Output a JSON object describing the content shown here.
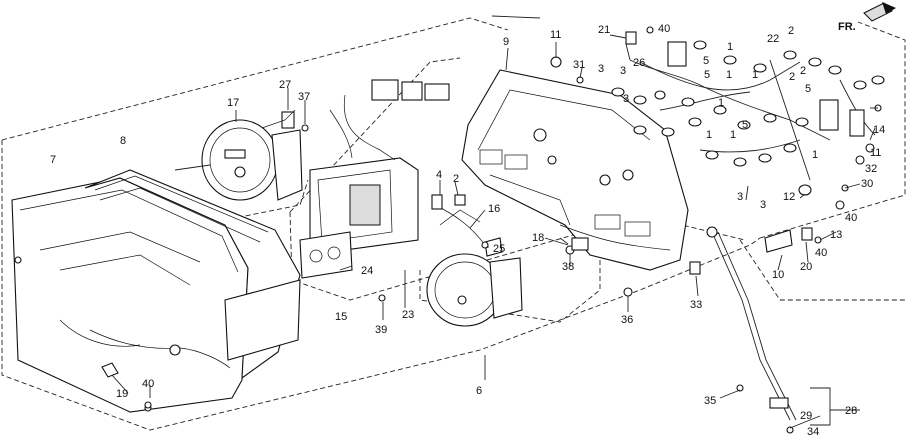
{
  "diagram": {
    "direction_label": "FR.",
    "callouts": [
      {
        "id": "c1",
        "text": "1"
      },
      {
        "id": "c2",
        "text": "1"
      },
      {
        "id": "c3",
        "text": "1"
      },
      {
        "id": "c4",
        "text": "1"
      },
      {
        "id": "c5",
        "text": "1"
      },
      {
        "id": "c6",
        "text": "1"
      },
      {
        "id": "c7",
        "text": "1"
      },
      {
        "id": "c8",
        "text": "2"
      },
      {
        "id": "c9",
        "text": "2"
      },
      {
        "id": "c10",
        "text": "2"
      },
      {
        "id": "c11",
        "text": "2"
      },
      {
        "id": "c12",
        "text": "3"
      },
      {
        "id": "c13",
        "text": "3"
      },
      {
        "id": "c14",
        "text": "3"
      },
      {
        "id": "c15",
        "text": "3"
      },
      {
        "id": "c16",
        "text": "3"
      },
      {
        "id": "c17",
        "text": "4"
      },
      {
        "id": "c18",
        "text": "5"
      },
      {
        "id": "c19",
        "text": "5"
      },
      {
        "id": "c20",
        "text": "5"
      },
      {
        "id": "c21",
        "text": "5"
      },
      {
        "id": "c22",
        "text": "6"
      },
      {
        "id": "c23",
        "text": "7"
      },
      {
        "id": "c24",
        "text": "8"
      },
      {
        "id": "c25",
        "text": "9"
      },
      {
        "id": "c26",
        "text": "10"
      },
      {
        "id": "c27",
        "text": "11"
      },
      {
        "id": "c28",
        "text": "11"
      },
      {
        "id": "c29",
        "text": "12"
      },
      {
        "id": "c30",
        "text": "13"
      },
      {
        "id": "c31",
        "text": "14"
      },
      {
        "id": "c32",
        "text": "15"
      },
      {
        "id": "c33",
        "text": "16"
      },
      {
        "id": "c34",
        "text": "17"
      },
      {
        "id": "c35",
        "text": "18"
      },
      {
        "id": "c36",
        "text": "19"
      },
      {
        "id": "c37",
        "text": "20"
      },
      {
        "id": "c38",
        "text": "21"
      },
      {
        "id": "c39",
        "text": "22"
      },
      {
        "id": "c40",
        "text": "23"
      },
      {
        "id": "c41",
        "text": "24"
      },
      {
        "id": "c42",
        "text": "25"
      },
      {
        "id": "c43",
        "text": "26"
      },
      {
        "id": "c44",
        "text": "27"
      },
      {
        "id": "c45",
        "text": "28"
      },
      {
        "id": "c46",
        "text": "29"
      },
      {
        "id": "c47",
        "text": "30"
      },
      {
        "id": "c48",
        "text": "31"
      },
      {
        "id": "c49",
        "text": "32"
      },
      {
        "id": "c50",
        "text": "33"
      },
      {
        "id": "c51",
        "text": "34"
      },
      {
        "id": "c52",
        "text": "35"
      },
      {
        "id": "c53",
        "text": "36"
      },
      {
        "id": "c54",
        "text": "37"
      },
      {
        "id": "c55",
        "text": "38"
      },
      {
        "id": "c56",
        "text": "39"
      },
      {
        "id": "c57",
        "text": "40"
      },
      {
        "id": "c58",
        "text": "40"
      },
      {
        "id": "c59",
        "text": "40"
      },
      {
        "id": "c60",
        "text": "40"
      }
    ]
  }
}
